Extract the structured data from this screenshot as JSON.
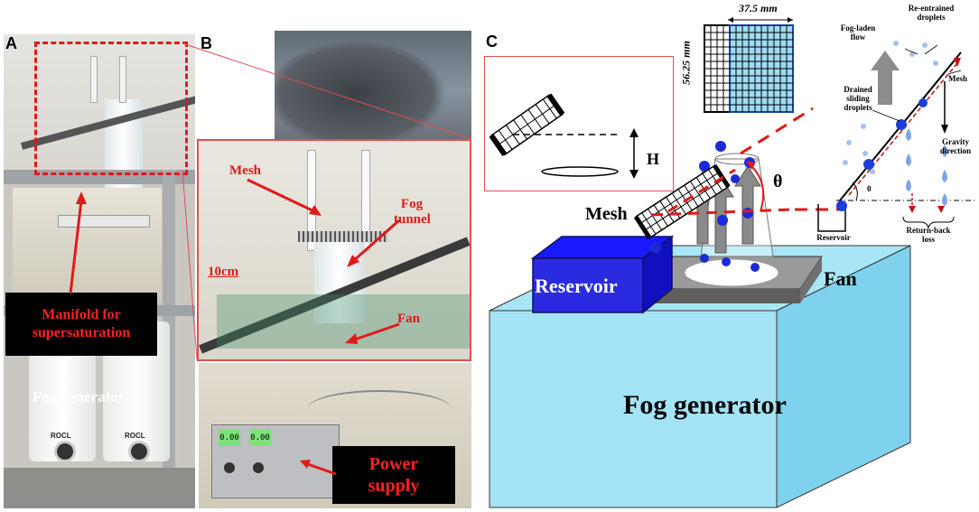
{
  "panels": {
    "a": "A",
    "b": "B",
    "c": "C"
  },
  "photo_labels": {
    "manifold": "Manifold for supersaturation",
    "fog_generator": "Fog generator",
    "mesh": "Mesh",
    "fog_tunnel": "Fog tunnel",
    "scale": "10cm",
    "fan": "Fan",
    "power_supply": "Power supply",
    "psu_display_1": "0.00",
    "psu_display_2": "0.00",
    "fog_brand_1": "ROCL",
    "fog_brand_2": "ROCL"
  },
  "diagram": {
    "height_label": "H",
    "width_dim": "37.5 mm",
    "height_dim": "56.25 mm",
    "mesh": "Mesh",
    "reservoir": "Reservoir",
    "fan": "Fan",
    "fog_generator": "Fog generator",
    "theta": "θ",
    "reentrained": "Re-entrained droplets",
    "fog_laden": "Fog-laden flow",
    "mesh_small": "Mesh",
    "drained": "Drained sliding droplets",
    "gravity": "Gravity direction",
    "reservoir_small": "Reservoir",
    "return_back": "Return-back loss",
    "angle_zero": "0"
  }
}
